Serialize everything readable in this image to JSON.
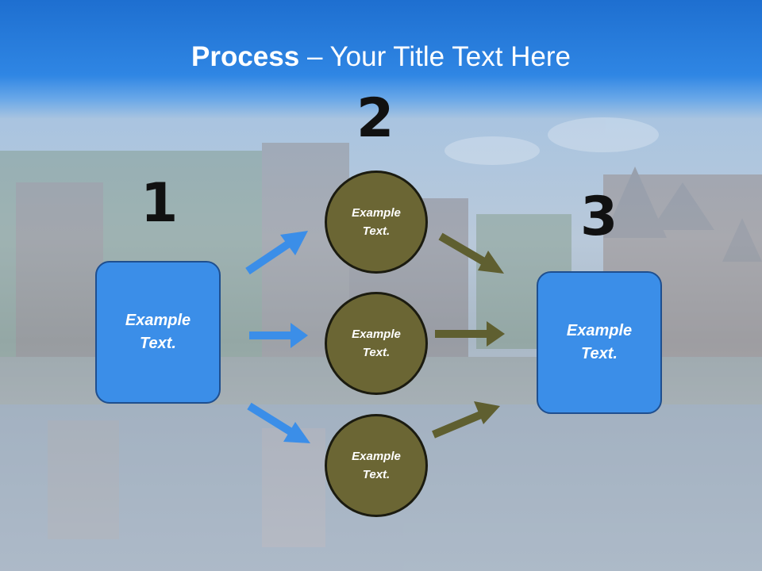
{
  "title": {
    "bold": "Process",
    "rest": " – Your Title Text Here"
  },
  "numbers": {
    "one": "1",
    "two": "2",
    "three": "3"
  },
  "left_box": {
    "line1": "Example",
    "line2": "Text."
  },
  "right_box": {
    "line1": "Example",
    "line2": "Text."
  },
  "circles": [
    {
      "line1": "Example",
      "line2": "Text."
    },
    {
      "line1": "Example",
      "line2": "Text."
    },
    {
      "line1": "Example",
      "line2": "Text."
    }
  ],
  "colors": {
    "box": "#3b8ee8",
    "circle": "#6b6634",
    "blue_arrow": "#3b8ee8",
    "olive_arrow": "#5f5f30"
  }
}
